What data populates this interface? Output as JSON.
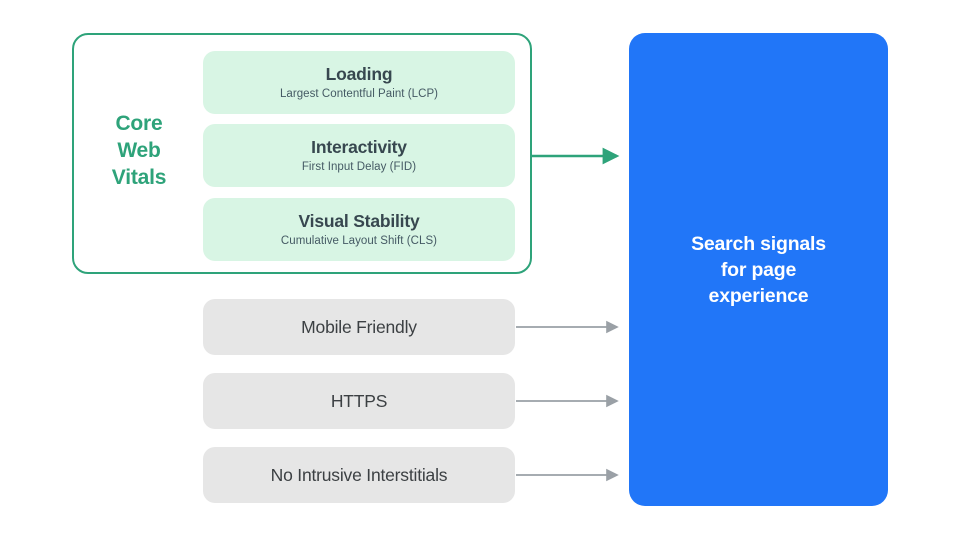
{
  "diagram": {
    "title": "Core Web Vitals and Search signals for page experience",
    "background_color": "#FFFFFF",
    "colors": {
      "green_accent": "#2EA37A",
      "mint_fill": "#D8F5E4",
      "gray_fill": "#E6E6E6",
      "blue_fill": "#2176F8",
      "dark_text": "#37474F",
      "gray_arrow": "#9AA0A6",
      "white_text": "#FFFFFF"
    }
  },
  "core_web_vitals": {
    "group_label": "Core\nWeb\nVitals",
    "group_label_lines": [
      "Core",
      "Web",
      "Vitals"
    ],
    "items": [
      {
        "title": "Loading",
        "subtitle": "Largest Contentful Paint (LCP)"
      },
      {
        "title": "Interactivity",
        "subtitle": "First Input Delay (FID)"
      },
      {
        "title": "Visual Stability",
        "subtitle": "Cumulative Layout Shift (CLS)"
      }
    ]
  },
  "other_signals": {
    "items": [
      {
        "label": "Mobile Friendly"
      },
      {
        "label": "HTTPS"
      },
      {
        "label": "No Intrusive Interstitials"
      }
    ]
  },
  "destination": {
    "label": "Search signals\nfor page\nexperience",
    "label_lines": [
      "Search signals",
      "for page",
      "experience"
    ]
  },
  "connections": [
    {
      "from": "core-web-vitals-group",
      "to": "search-signals-box",
      "color": "#2EA37A"
    },
    {
      "from": "mobile-friendly",
      "to": "search-signals-box",
      "color": "#9AA0A6"
    },
    {
      "from": "https",
      "to": "search-signals-box",
      "color": "#9AA0A6"
    },
    {
      "from": "no-intrusive-interstitials",
      "to": "search-signals-box",
      "color": "#9AA0A6"
    }
  ]
}
